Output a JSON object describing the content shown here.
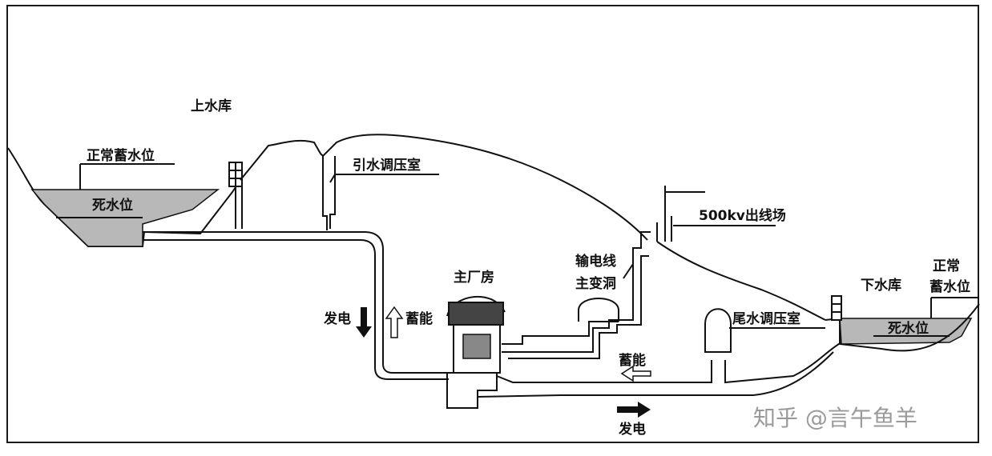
{
  "labels": {
    "upper_reservoir": "上水库",
    "normal_storage_level_left": "正常蓄水位",
    "dead_water_level_left": "死水位",
    "headrace_surge_chamber": "引水调压室",
    "switchyard": "500kv出线场",
    "transmission_line": "输电线",
    "main_transformer_cavern": "主变洞",
    "powerhouse": "主厂房",
    "generate_left": "发电",
    "storage_left": "蓄能",
    "storage_mid": "蓄能",
    "generate_bottom": "发电",
    "tailrace_surge_chamber": "尾水调压室",
    "lower_reservoir": "下水库",
    "normal_storage_level_right_1": "正常",
    "normal_storage_level_right_2": "蓄水位",
    "dead_water_level_right": "死水位"
  },
  "watermark": "知乎 @言午鱼羊",
  "colors": {
    "water": "#b8b8b8",
    "line": "#111111",
    "watermark": "#9a9a9a"
  }
}
